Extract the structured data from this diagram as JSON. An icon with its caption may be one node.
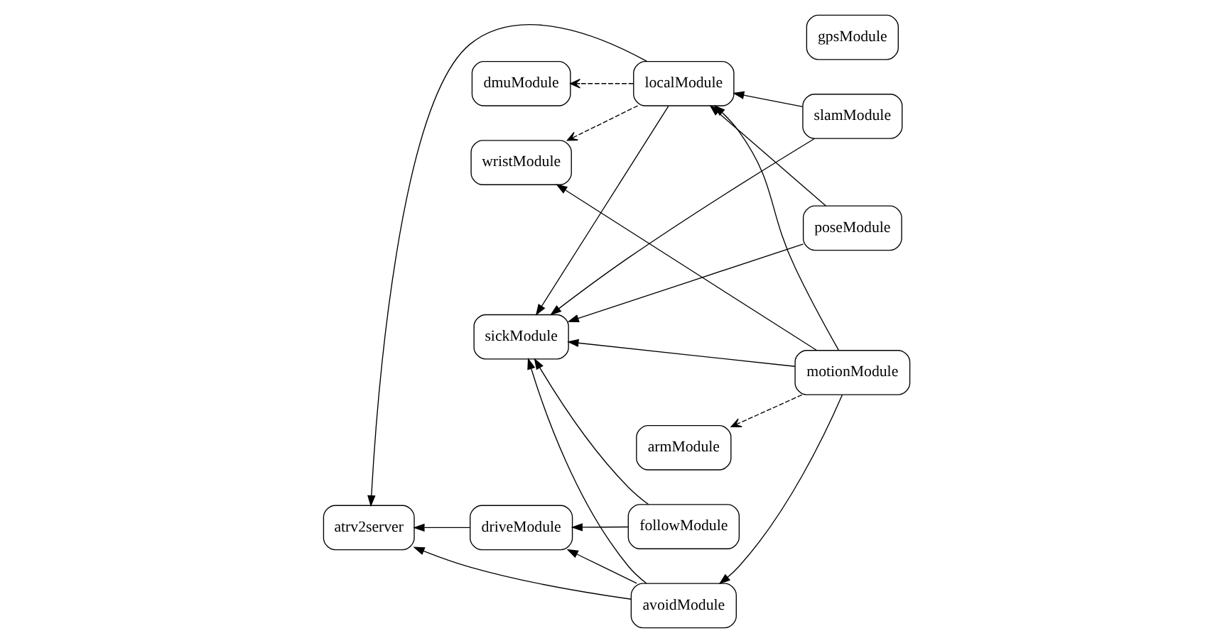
{
  "diagram": {
    "nodes": [
      {
        "text": [
          "followModule"
        ]
      },
      {
        "text": [
          "gpsModule"
        ]
      },
      {
        "text": [
          "driveModule"
        ]
      },
      {
        "text": [
          "avoidModule"
        ]
      },
      {
        "text": [
          "sickModule"
        ]
      },
      {
        "text": [
          "slamModule"
        ]
      },
      {
        "text": [
          "atrv2server"
        ]
      },
      {
        "text": [
          "localModule"
        ]
      },
      {
        "text": [
          "poseModule"
        ]
      },
      {
        "text": [
          "armModule"
        ]
      },
      {
        "text": [
          "motionModule"
        ]
      },
      {
        "text": [
          "wristModule"
        ]
      },
      {
        "text": [
          "dmuModule"
        ]
      }
    ],
    "edges": [
      {
        "from": 0,
        "to": 2,
        "arrow": "to"
      },
      {
        "from": 0,
        "to": 4,
        "arrow": "to"
      },
      {
        "from": 3,
        "to": 2,
        "arrow": "to"
      },
      {
        "from": 3,
        "to": 6,
        "arrow": "to"
      },
      {
        "from": 3,
        "to": 4,
        "arrow": "to"
      },
      {
        "from": 2,
        "to": 6,
        "arrow": "to"
      },
      {
        "from": 5,
        "to": 4,
        "arrow": "to"
      },
      {
        "from": 5,
        "to": 7,
        "arrow": "to"
      },
      {
        "from": 8,
        "to": 4,
        "arrow": "to"
      },
      {
        "from": 8,
        "to": 7,
        "arrow": "to"
      },
      {
        "from": 7,
        "to": 4,
        "arrow": "to"
      },
      {
        "from": 7,
        "to": 6,
        "arrow": "to"
      },
      {
        "from": 7,
        "to": 11,
        "arrow": "to",
        "style": "dashed"
      },
      {
        "from": 7,
        "to": 12,
        "arrow": "to",
        "style": "dashed"
      },
      {
        "from": 10,
        "to": 3,
        "arrow": "to"
      },
      {
        "from": 10,
        "to": 4,
        "arrow": "to"
      },
      {
        "from": 10,
        "to": 7,
        "arrow": "to"
      },
      {
        "from": 10,
        "to": 9,
        "arrow": "to",
        "style": "dashed"
      },
      {
        "from": 10,
        "to": 11,
        "arrow": "to"
      }
    ]
  }
}
